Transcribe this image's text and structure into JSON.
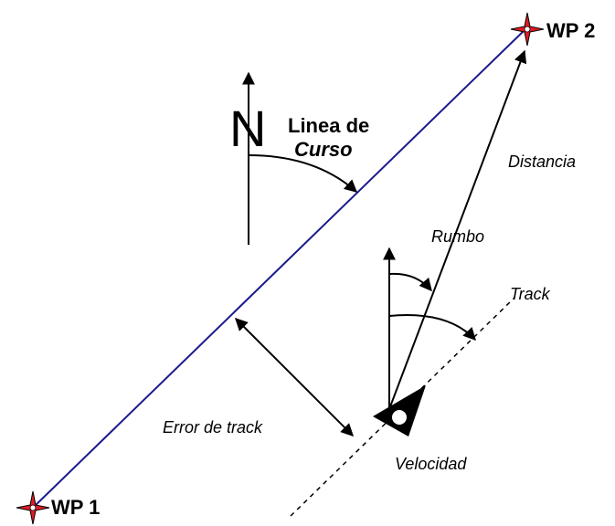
{
  "waypoints": {
    "wp1": "WP 1",
    "wp2": "WP 2"
  },
  "labels": {
    "north": "N",
    "course_line_1": "Linea de",
    "course_line_2": "Curso",
    "distance": "Distancia",
    "heading": "Rumbo",
    "track": "Track",
    "track_error": "Error de track",
    "speed": "Velocidad"
  },
  "colors": {
    "course_line": "#1a1a8c",
    "waypoint_star": "#e21b24",
    "ink": "#000000"
  }
}
